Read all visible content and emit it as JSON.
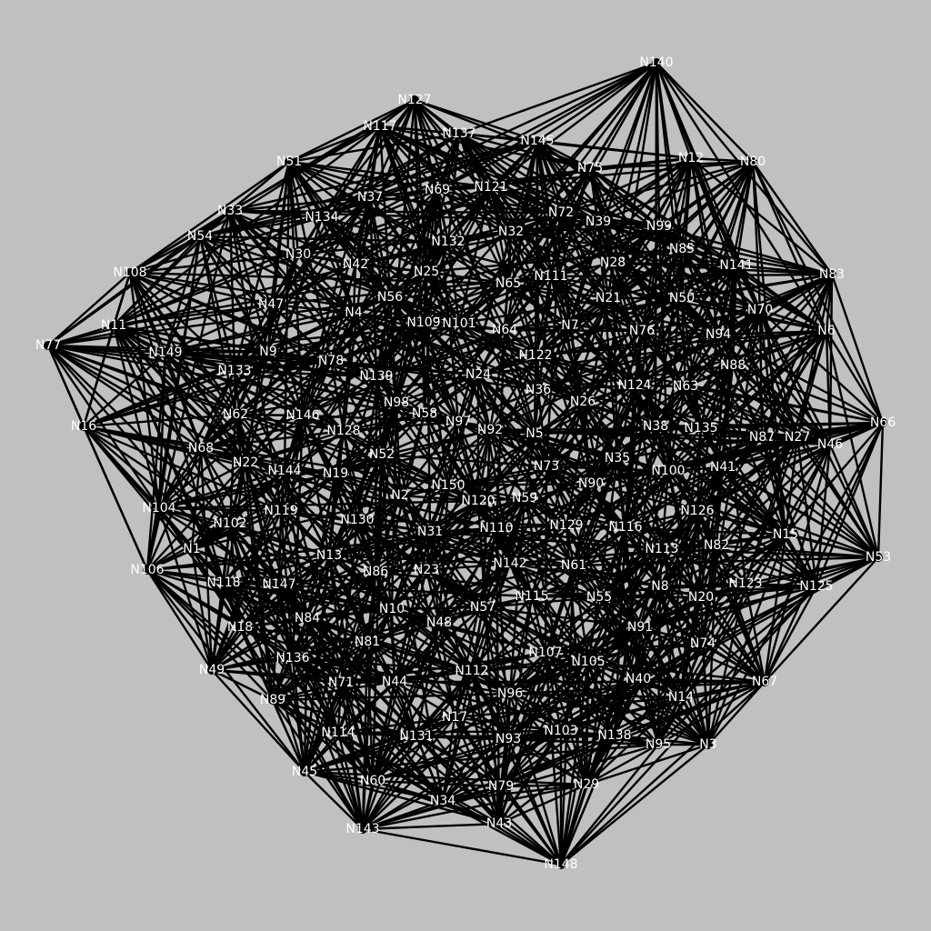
{
  "graph": {
    "type": "network",
    "background": "#c0c0c0",
    "edge_color": "#000000",
    "node_color": "#000000",
    "label_color": "#ffffff",
    "nodes": [
      "N1",
      "N2",
      "N3",
      "N4",
      "N5",
      "N6",
      "N7",
      "N8",
      "N9",
      "N10",
      "N11",
      "N12",
      "N13",
      "N14",
      "N15",
      "N16",
      "N17",
      "N18",
      "N19",
      "N20",
      "N21",
      "N22",
      "N23",
      "N24",
      "N25",
      "N26",
      "N27",
      "N28",
      "N29",
      "N30",
      "N31",
      "N32",
      "N33",
      "N34",
      "N35",
      "N36",
      "N37",
      "N38",
      "N39",
      "N40",
      "N41",
      "N42",
      "N43",
      "N44",
      "N45",
      "N46",
      "N47",
      "N48",
      "N49",
      "N50",
      "N51",
      "N52",
      "N53",
      "N54",
      "N55",
      "N56",
      "N57",
      "N58",
      "N59",
      "N60",
      "N61",
      "N62",
      "N63",
      "N64",
      "N65",
      "N66",
      "N67",
      "N68",
      "N69",
      "N70",
      "N71",
      "N72",
      "N73",
      "N74",
      "N75",
      "N76",
      "N77",
      "N78",
      "N79",
      "N80",
      "N81",
      "N82",
      "N83",
      "N84",
      "N85",
      "N86",
      "N87",
      "N88",
      "N89",
      "N90",
      "N91",
      "N92",
      "N93",
      "N94",
      "N95",
      "N96",
      "N97",
      "N98",
      "N99",
      "N100",
      "N101",
      "N102",
      "N103",
      "N104",
      "N105",
      "N106",
      "N107",
      "N108",
      "N109",
      "N110",
      "N111",
      "N112",
      "N113",
      "N114",
      "N115",
      "N116",
      "N117",
      "N118",
      "N119",
      "N120",
      "N121",
      "N122",
      "N123",
      "N124",
      "N125",
      "N126",
      "N127",
      "N128",
      "N129",
      "N130",
      "N131",
      "N132",
      "N133",
      "N134",
      "N135",
      "N136",
      "N137",
      "N138",
      "N139",
      "N140",
      "N141",
      "N142",
      "N143",
      "N144",
      "N145",
      "N146",
      "N147",
      "N148",
      "N149",
      "N150"
    ]
  }
}
